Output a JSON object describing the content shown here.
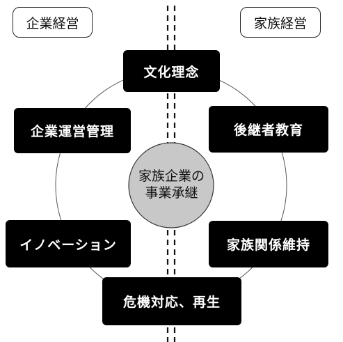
{
  "corner_labels": {
    "left": "企業経営",
    "right": "家族経営"
  },
  "nodes": {
    "top": "文化理念",
    "upper_left": "企業運営管理",
    "upper_right": "後継者教育",
    "lower_left": "イノベーション",
    "lower_right": "家族関係維持",
    "bottom": "危機対応、再生"
  },
  "center": {
    "line1": "家族企業の",
    "line2": "事業承継"
  },
  "colors": {
    "node_fill": "#000000",
    "node_text": "#ffffff",
    "center_fill": "#c8c8c8",
    "outline": "#222222"
  }
}
